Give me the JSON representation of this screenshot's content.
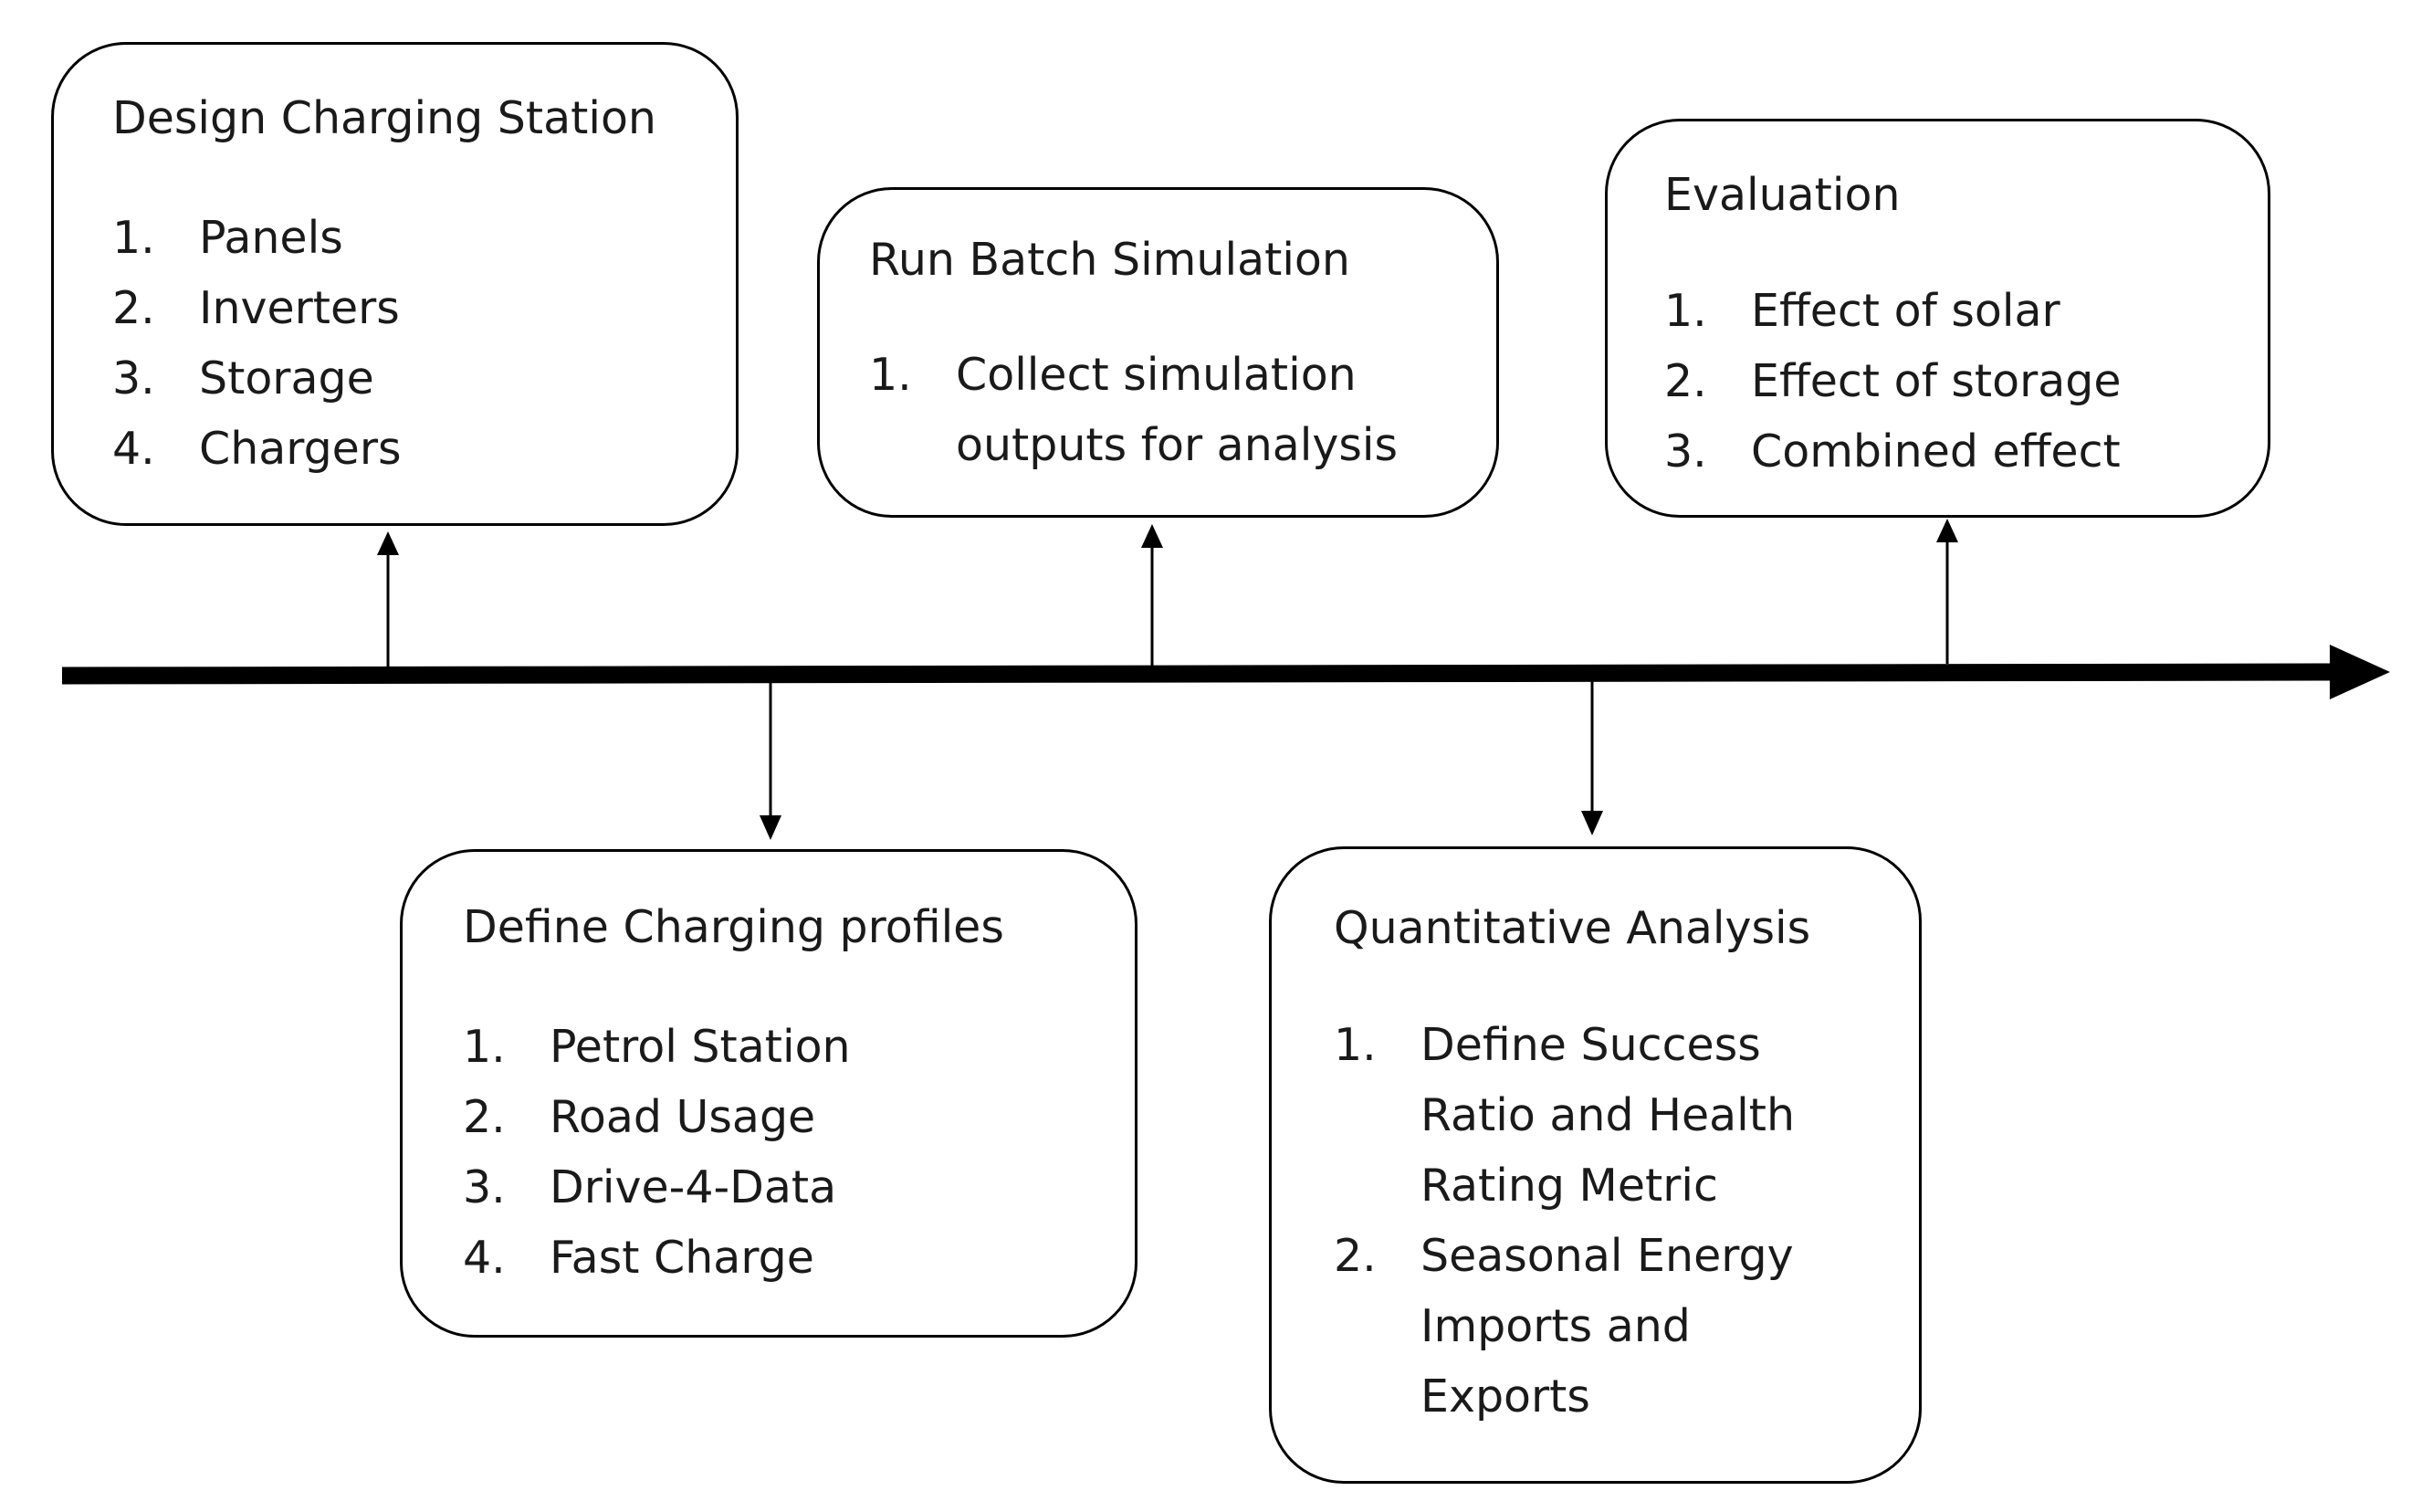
{
  "boxes": {
    "design": {
      "title": "Design Charging Station",
      "items": [
        {
          "num": "1.",
          "lines": [
            "Panels"
          ]
        },
        {
          "num": "2.",
          "lines": [
            "Inverters"
          ]
        },
        {
          "num": "3.",
          "lines": [
            "Storage"
          ]
        },
        {
          "num": "4.",
          "lines": [
            "Chargers"
          ]
        }
      ]
    },
    "run": {
      "title": "Run Batch Simulation",
      "items": [
        {
          "num": "1.",
          "lines": [
            "Collect simulation",
            "outputs for analysis"
          ]
        }
      ]
    },
    "evaluation": {
      "title": "Evaluation",
      "items": [
        {
          "num": "1.",
          "lines": [
            "Effect of solar"
          ]
        },
        {
          "num": "2.",
          "lines": [
            "Effect of storage"
          ]
        },
        {
          "num": "3.",
          "lines": [
            "Combined effect"
          ]
        }
      ]
    },
    "profiles": {
      "title": "Define Charging profiles",
      "items": [
        {
          "num": "1.",
          "lines": [
            "Petrol Station"
          ]
        },
        {
          "num": "2.",
          "lines": [
            "Road Usage"
          ]
        },
        {
          "num": "3.",
          "lines": [
            "Drive-4-Data"
          ]
        },
        {
          "num": "4.",
          "lines": [
            "Fast Charge"
          ]
        }
      ]
    },
    "quant": {
      "title": "Quantitative Analysis",
      "items": [
        {
          "num": "1.",
          "lines": [
            "Define Success",
            "Ratio and Health",
            "Rating Metric"
          ]
        },
        {
          "num": "2.",
          "lines": [
            "Seasonal Energy",
            "Imports and",
            "Exports"
          ]
        }
      ]
    }
  }
}
